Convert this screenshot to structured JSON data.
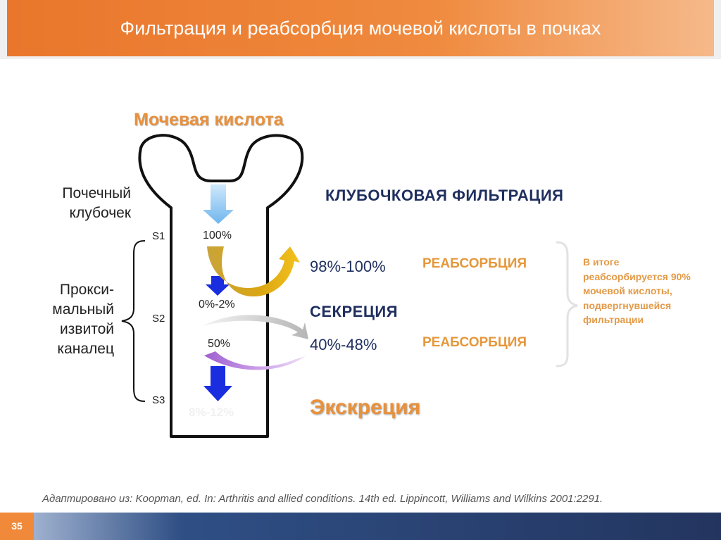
{
  "header": {
    "title": "Фильтрация и реабсорбция мочевой кислоты в почках"
  },
  "diagram": {
    "top_label": "Мочевая кислота",
    "glomerulus_label": "Почечный клубочек",
    "tubule_label": "Прокси-мальный извитой каналец",
    "segments": {
      "s1": "S1",
      "s2": "S2",
      "s3": "S3"
    },
    "percents": {
      "p100": "100%",
      "p0_2": "0%-2%",
      "p50": "50%",
      "p8_12": "8%-12%"
    }
  },
  "right": {
    "glomerular_filtration": "КЛУБОЧКОВАЯ ФИЛЬТРАЦИЯ",
    "value1": "98%-100%",
    "reabsorption1": "РЕАБСОРБЦИЯ",
    "secretion": "СЕКРЕЦИЯ",
    "value2": "40%-48%",
    "reabsorption2": "РЕАБСОРБЦИЯ",
    "excretion": "Экскреция",
    "summary": "В итоге реабсорбируется 90% мочевой кислоты, подвергнувшейся фильтрации"
  },
  "citation": "Адаптировано из: Koopman, ed. In: Arthritis and allied conditions. 14th ed. Lippincott, Williams and  Wilkins  2001:2291.",
  "page_number": "35",
  "colors": {
    "header_orange": "#ef8a3e",
    "accent_orange": "#e8913c",
    "navy": "#1f2f5f",
    "blue_arrow": "#1a2ee0",
    "gold_arrow": "#d9a514",
    "purple_arrow": "#c99ae8"
  }
}
